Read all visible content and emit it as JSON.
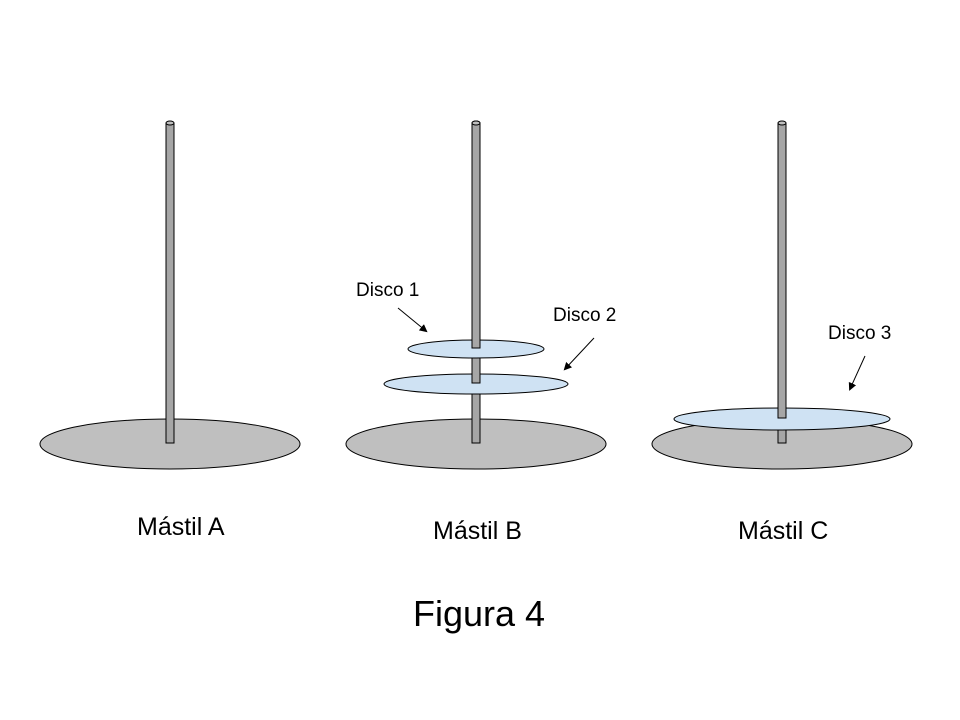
{
  "colors": {
    "base_fill": "#bfbfbf",
    "pole_fill": "#a6a6a6",
    "disc_fill": "#cfe2f3",
    "stroke": "#000000"
  },
  "masts": [
    {
      "label": "Mástil A"
    },
    {
      "label": "Mástil B"
    },
    {
      "label": "Mástil C"
    }
  ],
  "discs": [
    {
      "label": "Disco 1",
      "mast": "B"
    },
    {
      "label": "Disco 2",
      "mast": "B"
    },
    {
      "label": "Disco 3",
      "mast": "C"
    }
  ],
  "caption": "Figura 4"
}
